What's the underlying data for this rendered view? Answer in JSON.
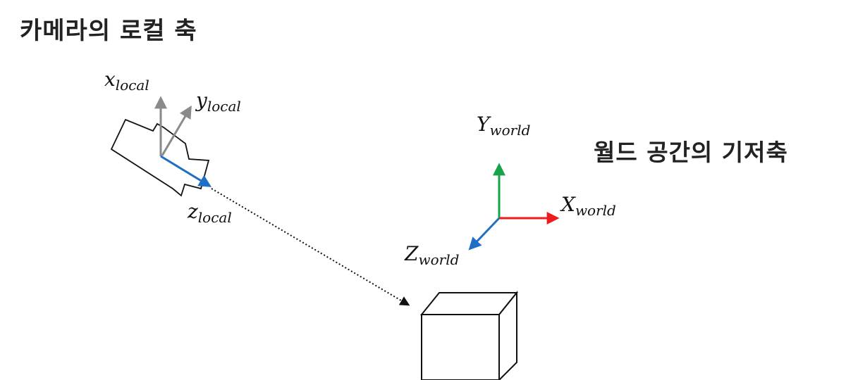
{
  "titles": {
    "camera_local_axes": "카메라의 로컬 축",
    "world_basis_axes": "월드 공간의 기저축"
  },
  "camera_axes": {
    "x": {
      "base": "x",
      "sub": "local"
    },
    "y": {
      "base": "y",
      "sub": "local"
    },
    "z": {
      "base": "z",
      "sub": "local"
    }
  },
  "world_axes": {
    "x": {
      "base": "X",
      "sub": "world"
    },
    "y": {
      "base": "Y",
      "sub": "world"
    },
    "z": {
      "base": "Z",
      "sub": "world"
    }
  },
  "colors": {
    "x_world": "#ee1c1c",
    "y_world": "#16a34a",
    "z_world": "#1f6fc4",
    "z_local": "#1f6fc4",
    "local_gray": "#8a8a8a",
    "outline": "#111111"
  }
}
